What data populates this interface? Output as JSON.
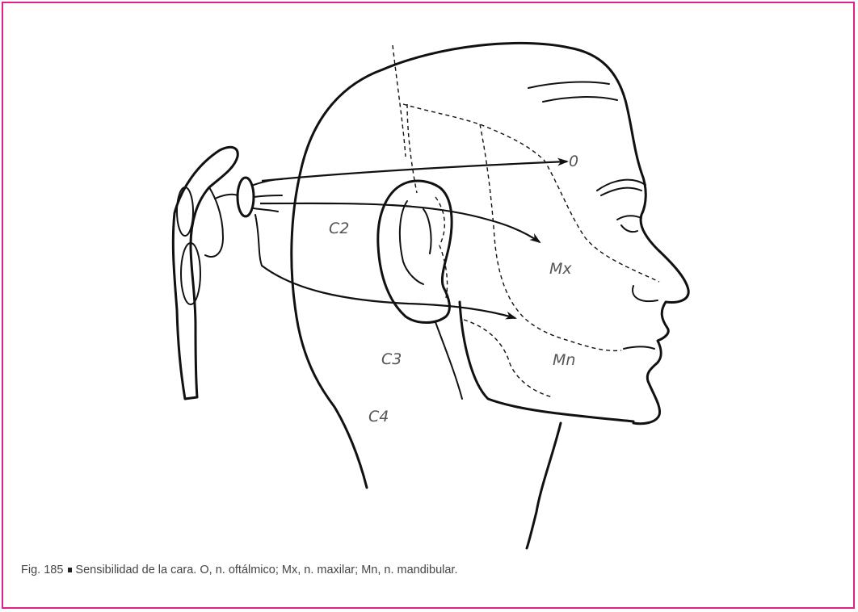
{
  "figure": {
    "labels": {
      "ophthalmic": "0",
      "maxillary": "Mx",
      "mandibular": "Mn",
      "c2": "C2",
      "c3": "C3",
      "c4": "C4"
    },
    "caption": {
      "number": "Fig. 185",
      "text": "Sensibilidad de la cara. O, n. oftálmico; Mx, n. maxilar; Mn, n. mandibular."
    }
  },
  "colors": {
    "frame": "#e0218a",
    "ink": "#111111",
    "label": "#555555"
  }
}
